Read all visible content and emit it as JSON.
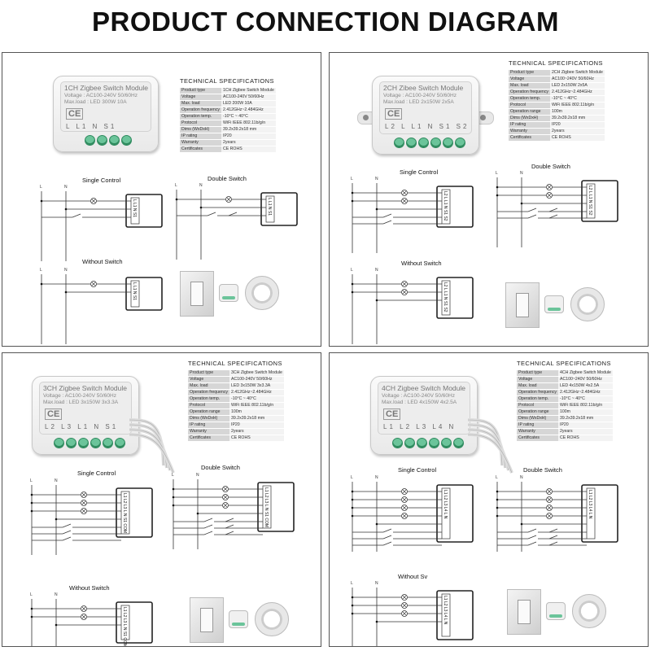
{
  "title": "PRODUCT CONNECTION DIAGRAM",
  "panels": [
    {
      "module": {
        "title": "1CH Zigbee Switch Module",
        "line1": "Voltage : AC100-240V 50/60Hz",
        "line2": "Max.load : LED 300W    10A",
        "terminals": "L  L1  N  S1",
        "ce": "CE"
      },
      "spec_title": "TECHNICAL SPECIFICATIONS",
      "specs": [
        [
          "Product type",
          "1CH Zigbee Switch Module"
        ],
        [
          "Voltage",
          "AC100-240V 50/60Hz"
        ],
        [
          "Max. load",
          "LED 200W  10A"
        ],
        [
          "Operation frequency",
          "2.412GHz~2.484GHz"
        ],
        [
          "Operation temp.",
          "-10°C ~ 40°C"
        ],
        [
          "Protocol",
          "WiFi  IEEE 802.11b/g/n"
        ],
        [
          "Dims (WxDxH)",
          "39.2x39.2x18 mm"
        ],
        [
          "IP rating",
          "IP20"
        ],
        [
          "Warranty",
          "2years"
        ],
        [
          "Certificates",
          "CE ROHS"
        ]
      ],
      "labels": {
        "single": "Single Control",
        "double": "Double Switch",
        "without": "Without Switch"
      },
      "schematic_terminals": "L L1 N S1"
    },
    {
      "module": {
        "title": "2CH Zibee Switch Module",
        "line1": "Voltage : AC100-240V 50/60Hz",
        "line2": "Max.load : LED 2x150W   2x5A",
        "terminals": "L2  L  L1  N  S1  S2",
        "ce": "CE"
      },
      "spec_title": "TECHNICAL SPECIFICATIONS",
      "specs": [
        [
          "Product type",
          "2CH Zigbee Switch Module"
        ],
        [
          "Voltage",
          "AC100~240V 50/60Hz"
        ],
        [
          "Max. load",
          "LED 2x150W  2x5A"
        ],
        [
          "Operation frequency",
          "2.412GHz~2.484GHz"
        ],
        [
          "Operation temp.",
          "-10°C ~ 40°C"
        ],
        [
          "Protocol",
          "WiFi  IEEE 802.11b/g/n"
        ],
        [
          "Operation range",
          "100m"
        ],
        [
          "Dims (WxDxH)",
          "39.2x39.2x18 mm"
        ],
        [
          "IP rating",
          "IP20"
        ],
        [
          "Warranty",
          "2years"
        ],
        [
          "Certificates",
          "CE ROHS"
        ]
      ],
      "labels": {
        "single": "Single Control",
        "double": "Double Switch",
        "without": "Without Switch"
      },
      "schematic_terminals": "L2 L L1 N S1 S2"
    },
    {
      "module": {
        "title": "3CH Zigbee Switch Module",
        "line1": "Voltage : AC100-240V 50/60Hz",
        "line2": "Max.load : LED 3x150W   3x3.3A",
        "terminals": "L2  L3  L1  N  S1",
        "ce": "CE"
      },
      "spec_title": "TECHNICAL SPECIFICATIONS",
      "specs": [
        [
          "Product type",
          "3CH Zigbee Switch Module"
        ],
        [
          "Voltage",
          "AC100-240V 50/60Hz"
        ],
        [
          "Max. load",
          "LED 3x150W  3x3.3A"
        ],
        [
          "Operation frequency",
          "2.412GHz~2.484GHz"
        ],
        [
          "Operation temp.",
          "-10°C ~ 40°C"
        ],
        [
          "Protocol",
          "WiFi  IEEE 802.11b/g/n"
        ],
        [
          "Operation range",
          "100m"
        ],
        [
          "Dims (WxDxH)",
          "39.2x39.2x18 mm"
        ],
        [
          "IP rating",
          "IP20"
        ],
        [
          "Warranty",
          "2years"
        ],
        [
          "Certificates",
          "CE ROHS"
        ]
      ],
      "labels": {
        "single": "Single Control",
        "double": "Double Switch",
        "without": "Without Switch"
      },
      "schematic_terminals": "L1 L2 L3 L N S1 COM"
    },
    {
      "module": {
        "title": "4CH Zigbee Switch Module",
        "line1": "Voltage : AC100-240V 50/60Hz",
        "line2": "Max.load : LED 4x150W   4x2.5A",
        "terminals": "L1  L2  L3  L4  N",
        "ce": "CE"
      },
      "spec_title": "TECHNICAL SPECIFICATIONS",
      "specs": [
        [
          "Product type",
          "4CH Zigbee Switch Module"
        ],
        [
          "Voltage",
          "AC100~240V 50/60Hz"
        ],
        [
          "Max. load",
          "LED 4x150W  4x2.5A"
        ],
        [
          "Operation frequency",
          "2.412GHz~2.484GHz"
        ],
        [
          "Operation temp.",
          "-10°C ~ 40°C"
        ],
        [
          "Protocol",
          "WiFi  IEEE 802.11b/g/n"
        ],
        [
          "Operation range",
          "100m"
        ],
        [
          "Dims (WxDxH)",
          "39.2x39.2x18 mm"
        ],
        [
          "IP rating",
          "IP20"
        ],
        [
          "Warranty",
          "2years"
        ],
        [
          "Certificates",
          "CE ROHS"
        ]
      ],
      "labels": {
        "single": "Single Control",
        "double": "Double Switch",
        "without": "Without Sv"
      },
      "schematic_terminals": "L1 L2 L3 L4 L N"
    }
  ],
  "wire_labels": {
    "l": "L",
    "n": "N"
  }
}
